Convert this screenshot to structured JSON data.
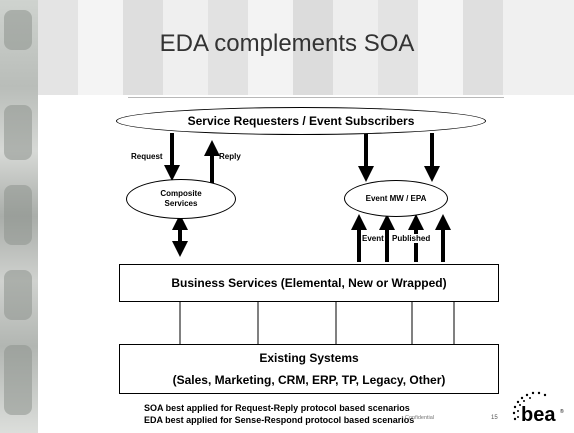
{
  "slide": {
    "title": "EDA complements SOA",
    "page_number": "15"
  },
  "diagram": {
    "top_ellipse": "Service Requesters / Event Subscribers",
    "composite_ellipse_line1": "Composite",
    "composite_ellipse_line2": "Services",
    "event_ellipse": "Event MW / EPA",
    "business_box": "Business Services (Elemental, New or Wrapped)",
    "existing_title": "Existing Systems",
    "existing_list": "(Sales, Marketing, CRM, ERP, TP, Legacy, Other)",
    "label_request": "Request",
    "label_reply": "Reply",
    "label_event": "Event",
    "label_published": "Published"
  },
  "footer": {
    "line1": "SOA best applied for Request-Reply protocol based scenarios",
    "line2": "EDA best applied for Sense-Respond protocol based scenarios",
    "small_text": "Confidential",
    "logo_text": "bea"
  },
  "colors": {
    "header_band": [
      "#f2f2f2",
      "#dcdcdc",
      "#e9e9e9"
    ],
    "text": "#000000",
    "title": "#333333"
  }
}
